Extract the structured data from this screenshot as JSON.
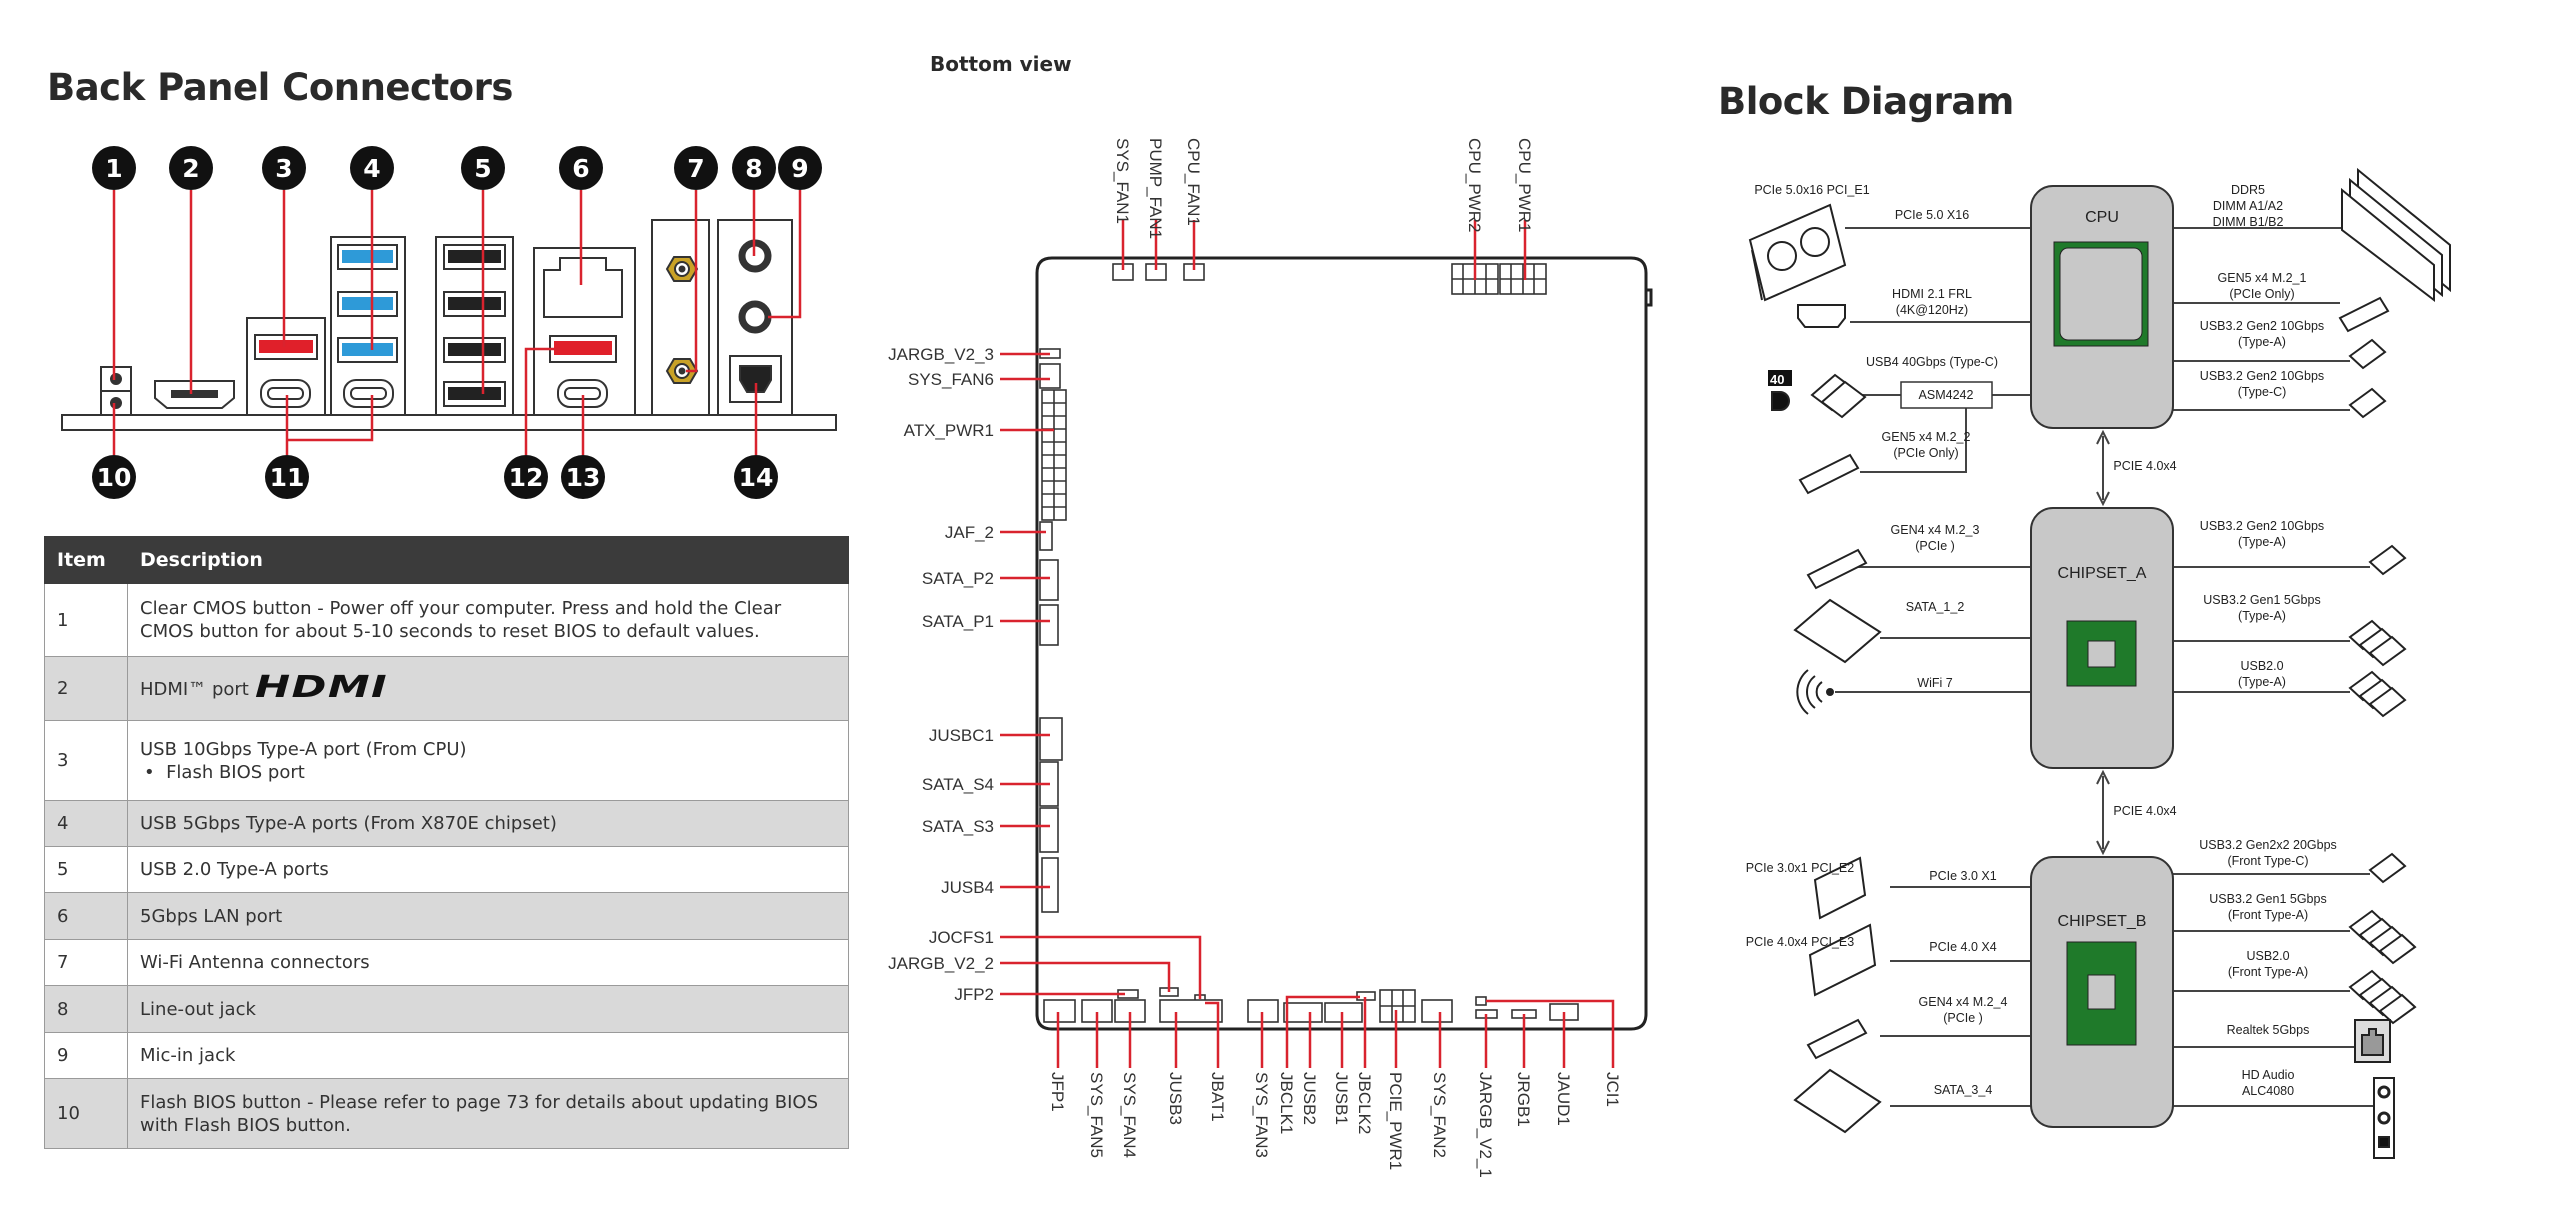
{
  "back_panel": {
    "title": "Back Panel Connectors",
    "callouts": [
      "1",
      "2",
      "3",
      "4",
      "5",
      "6",
      "7",
      "8",
      "9",
      "10",
      "11",
      "12",
      "13",
      "14"
    ],
    "table": {
      "headers": [
        "Item",
        "Description"
      ],
      "rows": [
        {
          "item": "1",
          "desc": "Clear CMOS button - Power off your computer. Press and hold the Clear CMOS button for about 5-10 seconds to reset BIOS to default values."
        },
        {
          "item": "2",
          "desc": "HDMI™ port",
          "logo_text": "HDMI"
        },
        {
          "item": "3",
          "desc": "USB 10Gbps Type-A port (From CPU)",
          "bullet": "Flash BIOS port"
        },
        {
          "item": "4",
          "desc": "USB 5Gbps Type-A ports (From X870E chipset)"
        },
        {
          "item": "5",
          "desc": "USB 2.0 Type-A ports"
        },
        {
          "item": "6",
          "desc": "5Gbps LAN port"
        },
        {
          "item": "7",
          "desc": "Wi-Fi Antenna connectors"
        },
        {
          "item": "8",
          "desc": "Line-out jack"
        },
        {
          "item": "9",
          "desc": "Mic-in jack"
        },
        {
          "item": "10",
          "desc": "Flash BIOS button - Please refer to page 73 for details about updating BIOS with Flash BIOS button."
        }
      ]
    }
  },
  "bottom_view": {
    "title": "Bottom view",
    "top_labels": [
      "SYS_FAN1",
      "PUMP_FAN1",
      "CPU_FAN1",
      "CPU_PWR2",
      "CPU_PWR1"
    ],
    "left_labels": [
      "JARGB_V2_3",
      "SYS_FAN6",
      "ATX_PWR1",
      "JAF_2",
      "SATA_P2",
      "SATA_P1",
      "JUSBC1",
      "SATA_S4",
      "SATA_S3",
      "JUSB4",
      "JOCFS1",
      "JARGB_V2_2",
      "JFP2"
    ],
    "bottom_labels": [
      "JFP1",
      "SYS_FAN5",
      "SYS_FAN4",
      "JUSB3",
      "JBAT1",
      "SYS_FAN3",
      "JBCLK1",
      "JUSB2",
      "JUSB1",
      "JBCLK2",
      "PCIE_PWR1",
      "SYS_FAN2",
      "JARGB_V2_1",
      "JRGB1",
      "JAUD1",
      "JCI1"
    ]
  },
  "block_diagram": {
    "title": "Block Diagram",
    "chips": {
      "cpu": "CPU",
      "chipset_a": "CHIPSET_A",
      "chipset_b": "CHIPSET_B",
      "asm": "ASM4242"
    },
    "links": [
      "PCIE 4.0x4",
      "PCIE 4.0x4"
    ],
    "cpu_left": {
      "gpu_slot": "PCIe 5.0x16 PCI_E1",
      "pcie": "PCIe 5.0 X16",
      "hdmi": [
        "HDMI 2.1 FRL",
        "(4K@120Hz)"
      ],
      "usb4": "USB4 40Gbps (Type-C)",
      "m2_2": [
        "GEN5 x4 M.2_2",
        "(PCIe Only)"
      ],
      "usb4_logo": "40"
    },
    "cpu_right": {
      "ddr": [
        "DDR5",
        "DIMM A1/A2",
        "DIMM B1/B2"
      ],
      "m2_1": [
        "GEN5 x4 M.2_1",
        "(PCIe Only)"
      ],
      "usb_a": [
        "USB3.2 Gen2 10Gbps",
        "(Type-A)"
      ],
      "usb_c": [
        "USB3.2 Gen2 10Gbps",
        "(Type-C)"
      ]
    },
    "chipset_a_left": {
      "m2_3": [
        "GEN4 x4 M.2_3",
        "(PCIe )"
      ],
      "sata": "SATA_1_2",
      "wifi": "WiFi 7"
    },
    "chipset_a_right": {
      "usb10": [
        "USB3.2 Gen2 10Gbps",
        "(Type-A)"
      ],
      "usb5": [
        "USB3.2 Gen1 5Gbps",
        "(Type-A)"
      ],
      "usb2": [
        "USB2.0",
        "(Type-A)"
      ]
    },
    "chipset_b_left": {
      "e2_slot": "PCIe 3.0x1 PCI_E2",
      "e2": "PCIe 3.0 X1",
      "e3_slot": "PCIe 4.0x4 PCI_E3",
      "e3": "PCIe 4.0 X4",
      "m2_4": [
        "GEN4 x4 M.2_4",
        "(PCIe )"
      ],
      "sata": "SATA_3_4"
    },
    "chipset_b_right": {
      "usb20": [
        "USB3.2 Gen2x2 20Gbps",
        "(Front Type-C)"
      ],
      "usb5": [
        "USB3.2 Gen1 5Gbps",
        "(Front Type-A)"
      ],
      "usb2": [
        "USB2.0",
        "(Front Type-A)"
      ],
      "lan": "Realtek 5Gbps",
      "audio": [
        "HD Audio",
        "ALC4080"
      ]
    }
  },
  "colors": {
    "leader": "#d9232e",
    "chip_body": "#c8c8c8",
    "die": "#1f7a2a",
    "usb5": "#2e9ad8",
    "usb10": "#e0202a",
    "antenna": "#c9a227",
    "table_header": "#3b3b3b"
  }
}
